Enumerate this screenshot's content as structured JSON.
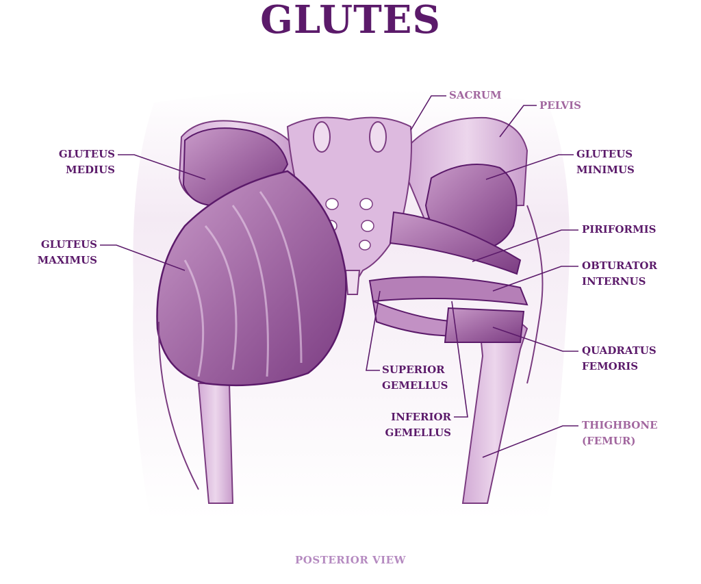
{
  "title": "GLUTES",
  "caption": "POSTERIOR VIEW",
  "colors": {
    "title": "#5b1a6a",
    "label_dark": "#5b1a6a",
    "label_light": "#a2679f",
    "muscle": "#a66aa8",
    "muscle_dark": "#7a3b80",
    "bone": "#d8b4db",
    "bone_light": "#efdcef",
    "skin": "#f3e9f3"
  },
  "labels": {
    "sacrum": "SACRUM",
    "pelvis": "PELVIS",
    "gluteus_medius": "GLUTEUS\nMEDIUS",
    "gluteus_minimus": "GLUTEUS\nMINIMUS",
    "gluteus_maximus": "GLUTEUS\nMAXIMUS",
    "piriformis": "PIRIFORMIS",
    "obturator_internus": "OBTURATOR\nINTERNUS",
    "quadratus_femoris": "QUADRATUS\nFEMORIS",
    "superior_gemellus": "SUPERIOR\nGEMELLUS",
    "inferior_gemellus": "INFERIOR\nGEMELLUS",
    "thighbone": "THIGHBONE\n(FEMUR)"
  }
}
